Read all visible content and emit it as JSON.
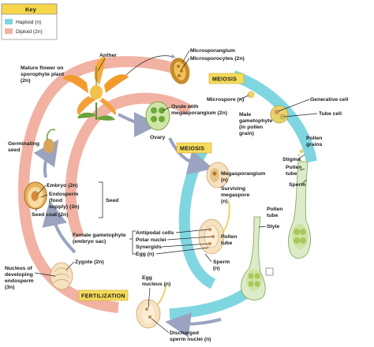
{
  "colors": {
    "haploid": "#7fd6e0",
    "diploid": "#f1b2a3",
    "stage_box": "#f6dc5a",
    "key_header": "#f6d64a"
  },
  "key": {
    "title": "Key",
    "haploid": "Haploid (n)",
    "diploid": "Diploid (2n)"
  },
  "stages": {
    "meiosis_top": "MEIOSIS",
    "meiosis_mid": "MEIOSIS",
    "fertilization": "FERTILIZATION"
  },
  "labels": {
    "anther": "Anther",
    "microsporangium": "Microsporangium",
    "microsporocytes": "Microsporocytes (2n)",
    "mature_flower": [
      "Mature flower on",
      "sporophyte plant",
      "(2n)"
    ],
    "microspore": "Microspore (n)",
    "generative_cell": "Generative cell",
    "tube_cell": "Tube cell",
    "male_gametophyte": [
      "Male",
      "gametophyte",
      "(in pollen",
      "grain)"
    ],
    "pollen_grains": [
      "Pollen",
      "grains"
    ],
    "ovule": [
      "Ovule with",
      "megasporangium (2n)"
    ],
    "ovary": "Ovary",
    "germinating_seed": [
      "Germinating",
      "seed"
    ],
    "stigma": "Stigma",
    "pollen_tube_1": [
      "Pollen",
      "tube"
    ],
    "sperm_1": "Sperm",
    "megasporangium": [
      "Megasporangium",
      "(n)"
    ],
    "surviving_megaspore": [
      "Surviving",
      "megaspore",
      "(n)"
    ],
    "embryo": "Embryo (2n)",
    "endosperm": [
      "Endosperm",
      "(food",
      "supply) (3n)"
    ],
    "seed_coat": "Seed coat (2n)",
    "seed": "Seed",
    "pollen_tube_2": [
      "Pollen",
      "tube"
    ],
    "style": "Style",
    "female_gametophyte": [
      "Female gametophyte",
      "(embryo sac)"
    ],
    "antipodal_cells": "Antipodal cells",
    "polar_nuclei": "Polar nuclei",
    "synergids": "Synergids",
    "egg": "Egg (n)",
    "pollen_tube_3": [
      "Pollen",
      "tube"
    ],
    "sperm_2": [
      "Sperm",
      "(n)"
    ],
    "nucleus_endosperm": [
      "Nucleus of",
      "developing",
      "endosperm",
      "(3n)"
    ],
    "zygote": "Zygote (2n)",
    "egg_nucleus": [
      "Egg",
      "nucleus (n)"
    ],
    "discharged_sperm": [
      "Discharged",
      "sperm nuclei (n)"
    ]
  }
}
